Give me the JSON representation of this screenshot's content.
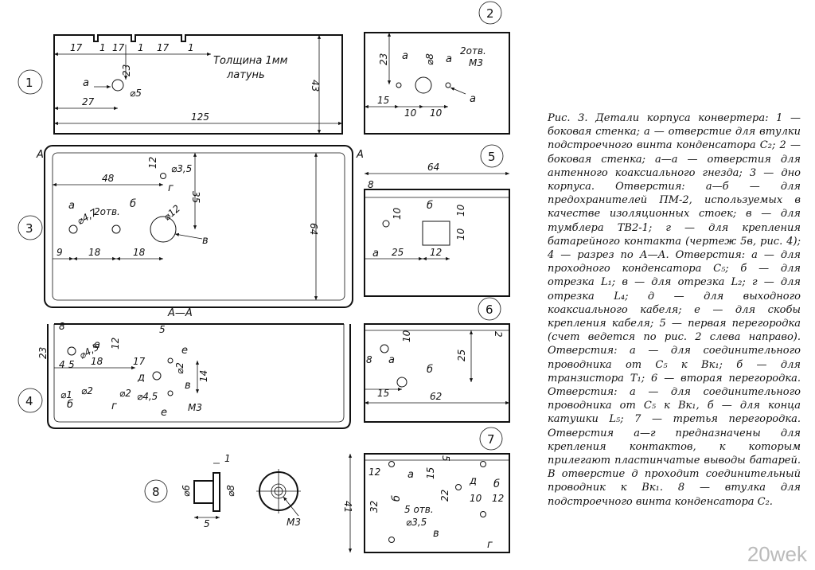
{
  "caption": "Рис. 3. Детали корпуса конвертера: 1 — боковая стенка; а — отверстие для втулки подстроечного винта конденсатора С₂; 2 — боковая стенка; а—а — отверстия для антенного коаксиального гнезда; 3 — дно корпуса. Отверстия: а—б — для предохранителей ПМ-2, используемых в качестве изоляционных стоек; в — для тумблера ТВ2-1; г — для крепления батарейного контакта (чертеж 5в, рис. 4); 4 — разрез по А—А. Отверстия: а — для проходного конденсатора С₅; б — для отрезка L₁; в — для отрезка L₂; г — для отрезка L₄; д — для выходного коаксиального кабеля; е — для скобы крепления кабеля; 5 — первая перегородка (счет ведется по рис. 2 слева направо). Отверстия: а — для соединительного проводника от С₅ к Вк₁; б — для транзистора Т₁; 6 — вторая перегородка. Отверстия: а — для соединительного проводника от С₅ к Вк₁, б — для конца катушки L₅; 7 — третья перегородка. Отверстия а—г предназначены для крепления контактов, к которым прилегают пластинчатые выводы батарей. В отверстие д проходит соединительный проводник к Вк₁. 8 — втулка для подстроечного винта конденсатора С₂.",
  "watermark": "20wek",
  "parts": {
    "p1": {
      "num": "1",
      "note1": "Толщина 1мм",
      "note2": "латунь",
      "a": "а",
      "d17a": "17",
      "d1a": "1",
      "d17b": "17",
      "d1b": "1",
      "d17c": "17",
      "d1c": "1",
      "d23": "23",
      "d5": "⌀5",
      "d27": "27",
      "d125": "125",
      "d43": "43"
    },
    "p2": {
      "num": "2",
      "a1": "а",
      "a2": "а",
      "a3": "а",
      "d23": "23",
      "d8": "⌀8",
      "holes": "2отв.",
      "m3": "М3",
      "d15": "15",
      "d10a": "10",
      "d10b": "10"
    },
    "p3": {
      "num": "3",
      "A1": "А",
      "A2": "А",
      "d48": "48",
      "d12": "12",
      "d35h": "⌀3,5",
      "g": "г",
      "d35": "35",
      "d64": "64",
      "a": "а",
      "d47": "⌀4,7",
      "holes": "2отв.",
      "b": "б",
      "d12b": "⌀12",
      "v": "в",
      "d9": "9",
      "d18a": "18",
      "d18b": "18"
    },
    "p4": {
      "num": "4",
      "AA": "А—А",
      "d8": "8",
      "d45": "⌀4,5",
      "a": "а",
      "d12": "12",
      "d5": "5",
      "e1": "е",
      "d23": "23",
      "d4": "4",
      "d5b": "5",
      "d18": "18",
      "d17": "17",
      "d": "д",
      "d2a": "⌀2",
      "v": "в",
      "d14": "14",
      "d1": "⌀1",
      "d2b": "⌀2",
      "d2c": "⌀2",
      "d45b": "⌀4,5",
      "b": "б",
      "g": "г",
      "e2": "е",
      "m3": "М3"
    },
    "p5": {
      "num": "5",
      "d64": "64",
      "d8": "8",
      "d10a": "10",
      "b": "б",
      "d10b": "10",
      "d10c": "10",
      "a": "а",
      "d25": "25",
      "d12": "12"
    },
    "p6": {
      "num": "6",
      "d2": "2",
      "d10": "10",
      "d25": "25",
      "a": "а",
      "b": "б",
      "d8": "8",
      "d15": "15",
      "d62": "62"
    },
    "p7": {
      "num": "7",
      "d12a": "12",
      "a": "а",
      "d15": "15",
      "d5": "5",
      "dd": "д",
      "b1": "б",
      "d22": "22",
      "d10": "10",
      "d12b": "12",
      "d41": "41",
      "d32": "32",
      "holes": "5 отв.",
      "d35": "⌀3,5",
      "v": "в",
      "b2": "б",
      "g": "г"
    },
    "p8": {
      "num": "8",
      "d1": "1",
      "d6": "⌀6",
      "d8": "⌀8",
      "d5": "5",
      "m3": "М3"
    }
  }
}
